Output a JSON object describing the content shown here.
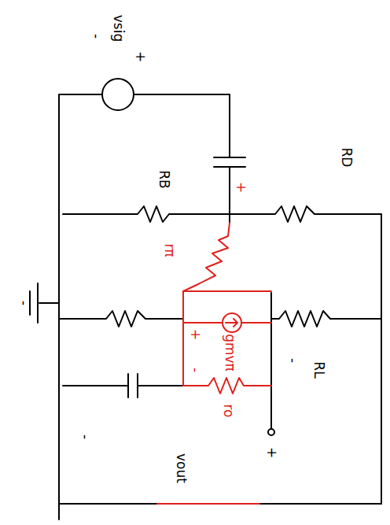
{
  "diagram": {
    "labels": [
      "+",
      "vsig",
      "-",
      "RB",
      "RD",
      "+",
      "rπ",
      "-",
      "gmvπ",
      "+",
      "-",
      "ro",
      "RL",
      "-",
      "vout",
      "+",
      "-"
    ]
  }
}
